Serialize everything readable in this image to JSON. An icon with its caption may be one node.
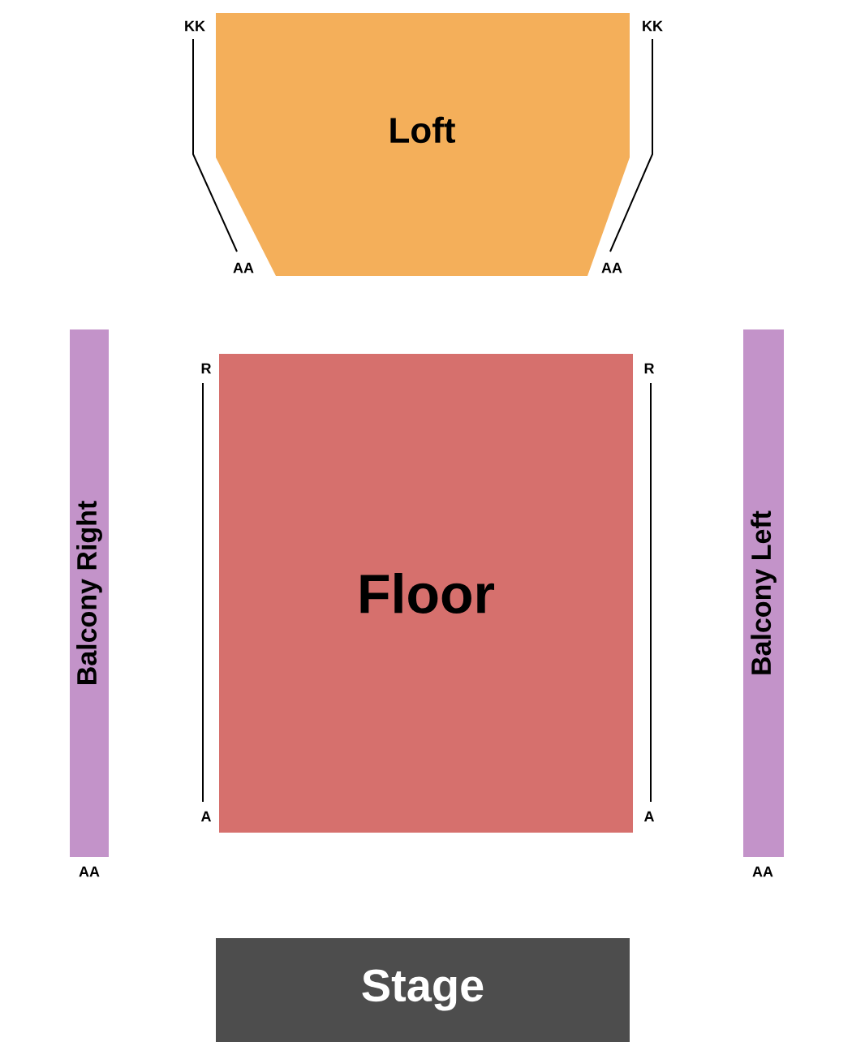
{
  "diagram": {
    "nodes": [
      {
        "text": [
          "Loft"
        ]
      },
      {
        "text": [
          "Balcony Right"
        ]
      },
      {
        "text": [
          "Floor"
        ]
      },
      {
        "text": [
          "Balcony Left"
        ]
      },
      {
        "text": [
          "Stage"
        ]
      }
    ],
    "labels": [
      "KK",
      "KK",
      "AA",
      "AA",
      "R",
      "R",
      "A",
      "A",
      "AA",
      "AA"
    ]
  }
}
